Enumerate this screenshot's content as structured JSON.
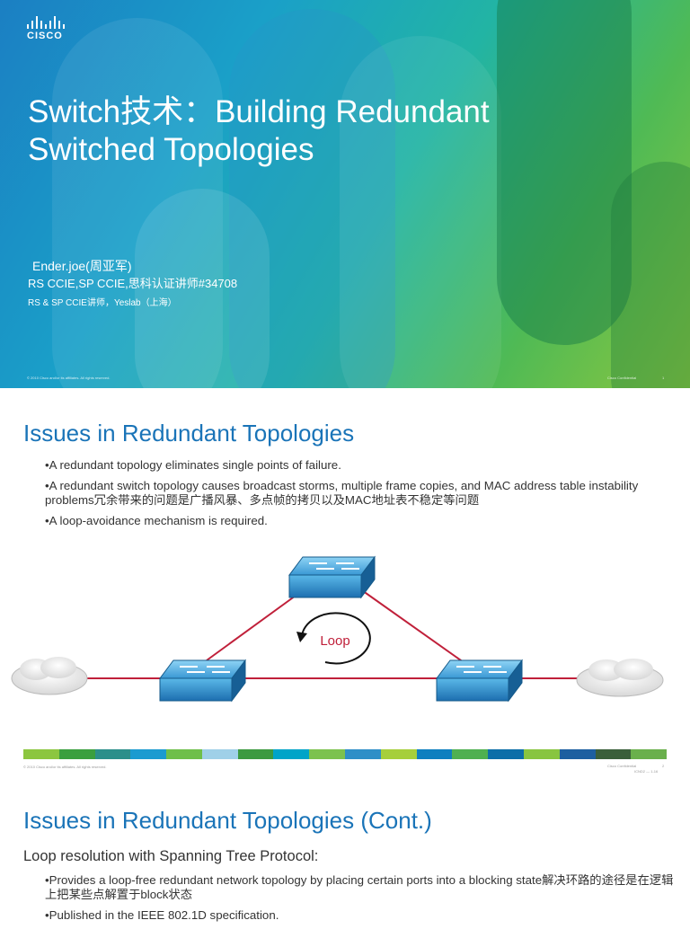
{
  "slide1": {
    "brand": "CISCO",
    "title_line1": "Switch技术：Building Redundant",
    "title_line2": "Switched Topologies",
    "author": "Ender.joe(周亚军)",
    "credentials": "RS CCIE,SP CCIE,思科认证讲师#34708",
    "subtitle": "RS & SP CCIE讲师，Yeslab（上海）",
    "copyright": "© 2010 Cisco and/or its affiliates. All rights reserved.",
    "confidential": "Cisco Confidential",
    "page": "1"
  },
  "slide2": {
    "title": "Issues in Redundant Topologies",
    "bullets": [
      "•A redundant topology eliminates single points of failure.",
      "•A redundant switch topology causes broadcast storms, multiple frame copies, and MAC address table instability problems冗余带来的问题是广播风暴、多点帧的拷贝以及MAC地址表不稳定等问题",
      "•A loop-avoidance mechanism is required."
    ],
    "diagram_label": "Loop",
    "copyright": "© 2010 Cisco and/or its affiliates. All rights reserved.",
    "confidential": "Cisco Confidential",
    "course_id": "ICND2 — 1-16",
    "page": "2",
    "colorbar": [
      "#8cc63f",
      "#3a9f3e",
      "#2b8f8a",
      "#1b9bd0",
      "#6fbf4a",
      "#9fd0e8",
      "#3c9a40",
      "#00a4c8",
      "#7cc24e",
      "#2f8fc7",
      "#a6cf3b",
      "#0d7fbf",
      "#4fb050",
      "#0c6ea8",
      "#88c540",
      "#1d5fa0",
      "#3a5f3a",
      "#6ab04c"
    ]
  },
  "slide3": {
    "title": "Issues in Redundant Topologies (Cont.)",
    "lead": "Loop resolution with Spanning Tree Protocol:",
    "bullets": [
      "•Provides a loop-free redundant network topology by placing certain ports into a blocking state解决环路的途径是在逻辑上把某些点解置于block状态",
      "•Published in the IEEE 802.1D specification."
    ]
  }
}
